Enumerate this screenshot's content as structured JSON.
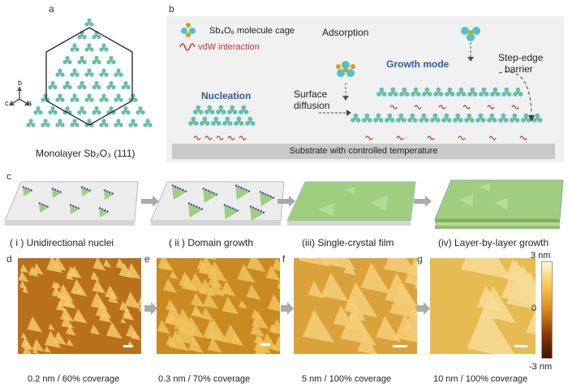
{
  "labels": {
    "a": "a",
    "b": "b",
    "c": "c",
    "d": "d",
    "e": "e",
    "f": "f",
    "g": "g"
  },
  "panel_a": {
    "caption": "Monolayer Sb₂O₃ (111)",
    "axes": {
      "b": "b",
      "c": "c",
      "a": "a"
    }
  },
  "panel_b": {
    "legend_molecule": "Sb₄O₆ molecule cage",
    "legend_vdw": "vdW interaction",
    "adsorption": "Adsorption",
    "nucleation": "Nucleation",
    "surface_diffusion_1": "Surface",
    "surface_diffusion_2": "diffusion",
    "growth_mode": "Growth mode",
    "step_edge_1": "Step-edge",
    "step_edge_2": "barrier",
    "substrate": "Substrate with controlled temperature"
  },
  "panel_c": {
    "steps": [
      "( i ) Unidirectional nuclei",
      "( ii ) Domain growth",
      "(iii) Single-crystal film",
      "(iv) Layer-by-layer growth"
    ]
  },
  "afm": {
    "captions": [
      "0.2 nm / 60% coverage",
      "0.3 nm / 70% coverage",
      "5 nm / 100% coverage",
      "10 nm / 100% coverage"
    ],
    "colorbar": {
      "top": "3 nm",
      "mid": "0",
      "bottom": "-3 nm"
    }
  },
  "colors": {
    "cyan": "#4fc3c9",
    "gold": "#d4a20a",
    "green_film": "#9fcf7e",
    "afm_light": "#f6d37a",
    "afm_dark": "#b86a10"
  }
}
